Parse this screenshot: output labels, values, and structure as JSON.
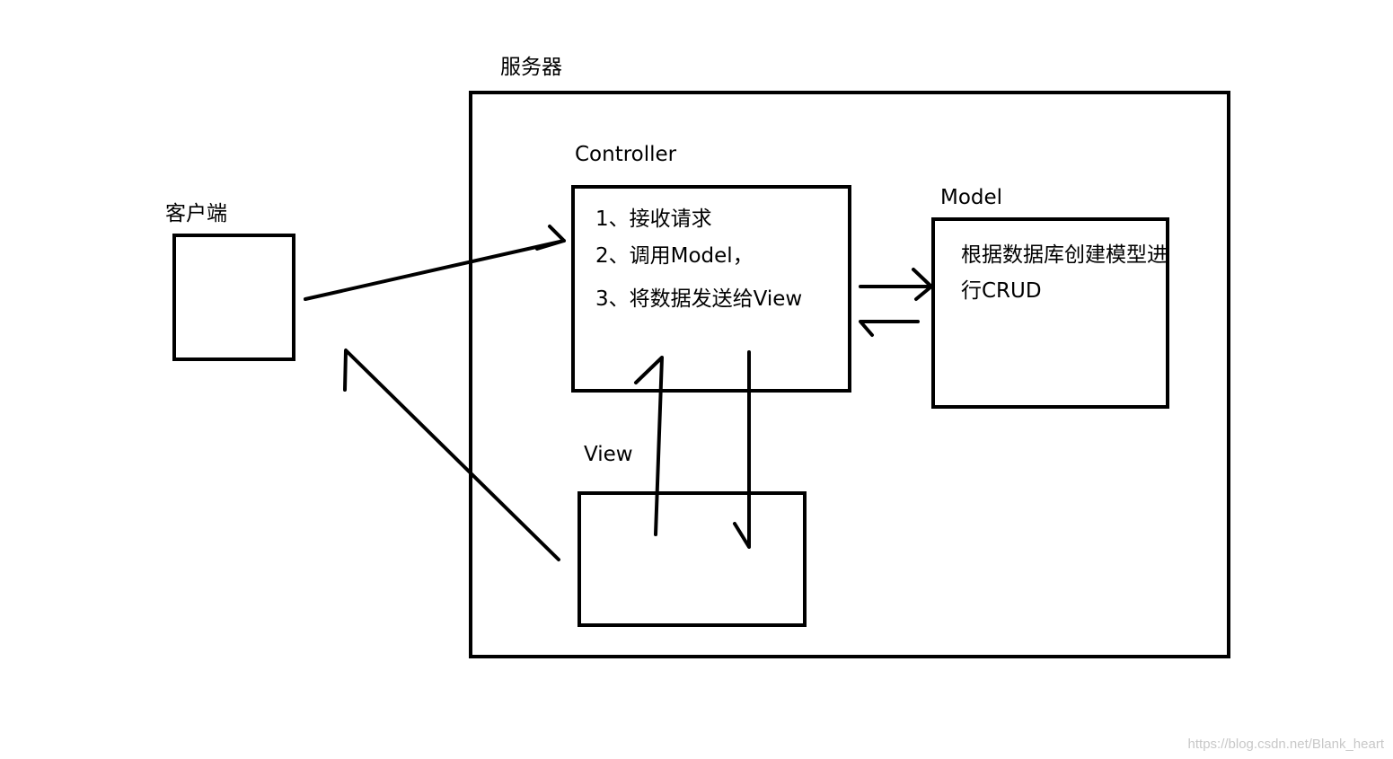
{
  "labels": {
    "server": "服务器",
    "client": "客户端",
    "controller": "Controller",
    "model": "Model",
    "view": "View"
  },
  "controller_box": {
    "line1": "1、接收请求",
    "line2": "2、调用Model，",
    "line3": "3、将数据发送给View"
  },
  "model_box": {
    "line1": "根据数据库创建模型进",
    "line2": "行CRUD"
  },
  "watermark": "https://blog.csdn.net/Blank_heart",
  "colors": {
    "stroke": "#000000",
    "background": "#ffffff",
    "watermark": "#c8c8c8"
  }
}
